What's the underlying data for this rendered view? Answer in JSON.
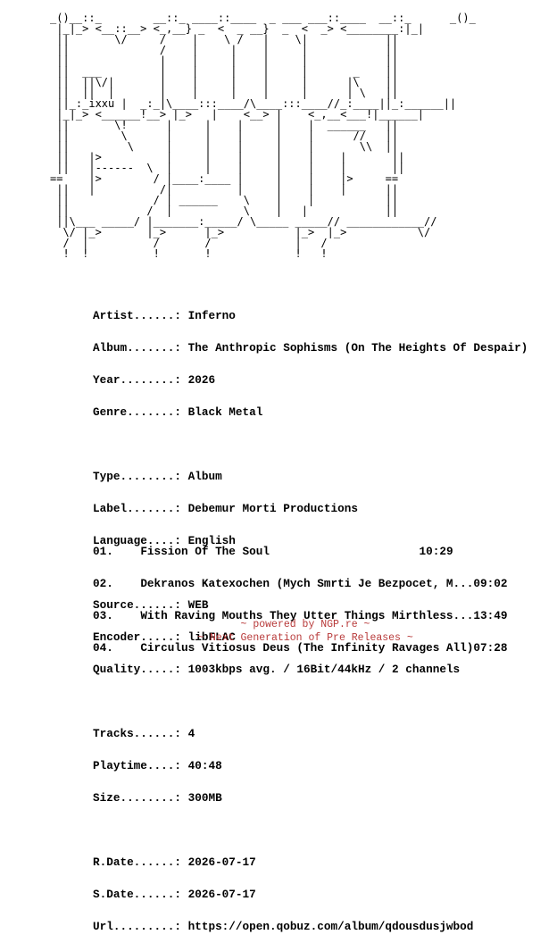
{
  "ascii_logo": "_()__::_        __::_ ____::____  _ ___ ___::____  __::_      _()_\n |_|_> <__::__> <_,__} _  <  _ __}  _  <  _> <________:|_|\n ||       \\/     /    |    \\ /   |    \\|            ||\n ||              /    |     |    |     |            ||\n ||              |    |     |    |     |            ||\n ||  ___         |    |     |    |     |       _    ||\n ||  ||\\/|       |    |     |    |     |      |\\    ||\n ||  ||  |       |    |     |    |     |      | \\   ||\n ||_:_ixxu |  _:_|\\____:::____/\\____:::____//_:____||_:______||\n |_|_> <______!__> |_>   |    <__> |    <_,__<___!|______|\n ||       \\!      |     |    |     |    |  ______   ||\n ||        \\      |     |    |     |    |      //   ||\n ||         \\     |     |    |     |    |       \\\\  ||\n ||   |>          |     |    |     |    |    |       ||\n ||   |------  \\  |     |    |     |    |    |       ||\n==    |>        / |____:____ |     |    |    |>     ==\n ||   |          /|          |     |    |    |      ||\n ||             / | ______    \\    |    |           ||\n ||            /  |           \\    |   |            ||\n ||\\___ _____/ |_______:_____/ \\_____ _____// ____________//\n  \\/ |_>       |_>      |_>           |_>  |_>           \\/\n  /  |          /       /             |   /\n  !  !          !       !             !   !",
  "info": {
    "artist_label": "Artist......:",
    "artist": "Inferno",
    "album_label": "Album.......:",
    "album": "The Anthropic Sophisms (On The Heights Of Despair)",
    "year_label": "Year........:",
    "year": "2026",
    "genre_label": "Genre.......:",
    "genre": "Black Metal",
    "type_label": "Type........:",
    "type": "Album",
    "labelfield_label": "Label.......:",
    "labelfield": "Debemur Morti Productions",
    "language_label": "Language....:",
    "language": "English",
    "source_label": "Source......:",
    "source": "WEB",
    "encoder_label": "Encoder.....:",
    "encoder": "libFLAC",
    "quality_label": "Quality.....:",
    "quality": "1003kbps avg. / 16Bit/44kHz / 2 channels",
    "tracks_label": "Tracks......:",
    "tracks": "4",
    "playtime_label": "Playtime....:",
    "playtime": "40:48",
    "size_label": "Size........:",
    "size": "300MB",
    "rdate_label": "R.Date......:",
    "rdate": "2026-07-17",
    "sdate_label": "S.Date......:",
    "sdate": "2026-07-17",
    "url_label": "Url.........:",
    "url": "https://open.qobuz.com/album/qdousdusjwbod"
  },
  "tracklist": [
    {
      "num": "01.",
      "title": "Fission Of The Soul                      ",
      "time": "10:29"
    },
    {
      "num": "02.",
      "title": "Dekranos Katexochen (Mych Smrti Je Bezpocet, M...",
      "time": "09:02"
    },
    {
      "num": "03.",
      "title": "With Raving Mouths They Utter Things Mirthless...",
      "time": "13:49"
    },
    {
      "num": "04.",
      "title": "Circulus Vitiosus Deus (The Infinity Ravages All)",
      "time": "07:28"
    }
  ],
  "footer": {
    "line1": "~ powered by NGP.re ~",
    "line2": "~ Next Generation of Pre Releases ~"
  },
  "colors": {
    "text": "#000000",
    "footer": "#b83a3a",
    "background": "#ffffff"
  }
}
